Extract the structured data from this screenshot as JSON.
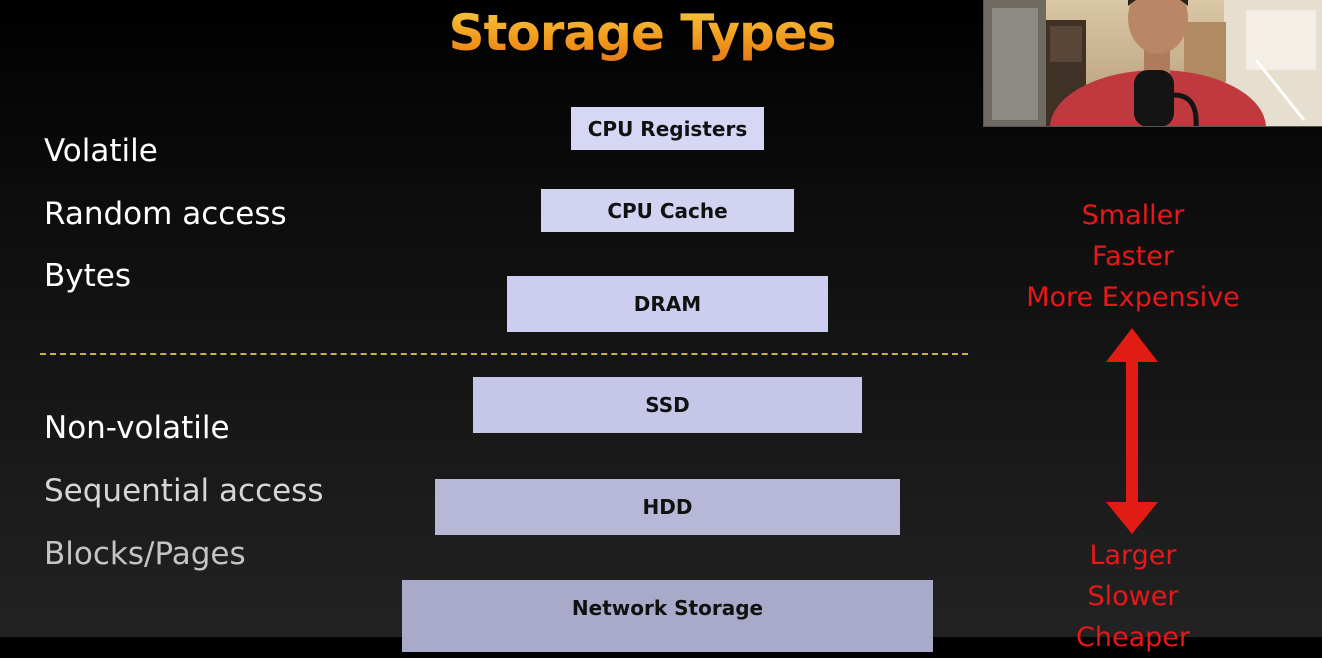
{
  "title": "Storage Types",
  "properties": {
    "volatile": [
      "Volatile",
      "Random access",
      "Bytes"
    ],
    "non_volatile": [
      "Non-volatile",
      "Sequential access",
      "Blocks/Pages"
    ]
  },
  "hierarchy": [
    "CPU Registers",
    "CPU Cache",
    "DRAM",
    "SSD",
    "HDD",
    "Network Storage"
  ],
  "top_notes": [
    "Smaller",
    "Faster",
    "More Expensive"
  ],
  "bottom_notes": [
    "Larger",
    "Slower",
    "Cheaper"
  ],
  "colors": {
    "title_gold": "#f4b630",
    "note_red": "#e8171a",
    "arrow_red": "#e01c14",
    "divider": "#c8b73a",
    "box_top": "#d9daf9",
    "box_bottom": "#a7a7c8"
  }
}
